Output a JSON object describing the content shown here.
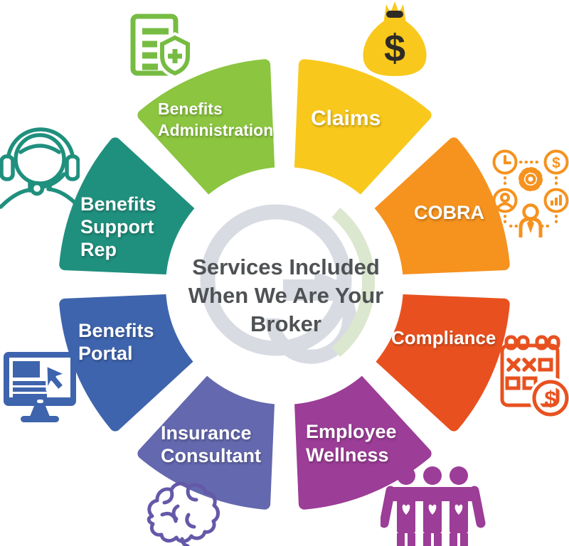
{
  "center": {
    "heading": "Services Included\nWhen We Are Your\nBroker",
    "heading_color": "#4F5254",
    "logo": {
      "name": "cg-logo",
      "gray_color": "#D9DBE3",
      "green_color": "#DBE7CE"
    }
  },
  "wheel": {
    "segments": [
      {
        "id": "claims",
        "label": "Claims",
        "color": "#F8C81C"
      },
      {
        "id": "cobra",
        "label": "COBRA",
        "color": "#F6921E"
      },
      {
        "id": "compliance",
        "label": "Compliance",
        "color": "#E8511F"
      },
      {
        "id": "employee-wellness",
        "label": "Employee\nWellness",
        "color": "#9C3D97"
      },
      {
        "id": "insurance-consultant",
        "label": "Insurance\nConsultant",
        "color": "#6468AE"
      },
      {
        "id": "benefits-portal",
        "label": "Benefits\nPortal",
        "color": "#3E64AD"
      },
      {
        "id": "benefits-support-rep",
        "label": "Benefits\nSupport\nRep",
        "color": "#20907E"
      },
      {
        "id": "benefits-administration",
        "label": "Benefits\nAdministration",
        "color": "#8CC540"
      }
    ]
  },
  "icons": [
    {
      "name": "benefits-admin-document-shield-icon",
      "color": "#76BC43"
    },
    {
      "name": "claims-money-bag-icon",
      "color": "#F8C81C",
      "glyph": "$",
      "glyph_color": "#2E2B26"
    },
    {
      "name": "cobra-business-network-icon",
      "color": "#F6921E",
      "glyph": "$"
    },
    {
      "name": "compliance-deadline-calendar-icon",
      "color": "#E8511F",
      "glyph": "$"
    },
    {
      "name": "employee-wellness-team-icon",
      "color": "#9C3D97"
    },
    {
      "name": "insurance-consultant-brain-icon",
      "color": "#6459A8"
    },
    {
      "name": "benefits-portal-computer-icon",
      "color": "#3E64AD"
    },
    {
      "name": "support-rep-headset-icon",
      "color": "#20907E"
    }
  ]
}
